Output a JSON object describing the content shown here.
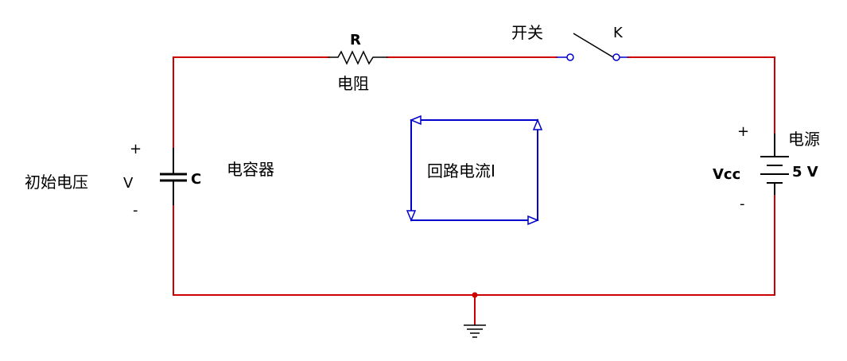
{
  "colors": {
    "wire": "#cc0000",
    "loop": "#0000cc",
    "component": "#000000",
    "background": "#ffffff"
  },
  "labels": {
    "resistor_symbol": "R",
    "resistor_name": "电阻",
    "switch_name": "开关",
    "switch_symbol": "K",
    "power_name": "电源",
    "power_plus": "+",
    "power_minus": "-",
    "power_symbol": "Vcc",
    "power_value": "5 V",
    "cap_plus": "+",
    "cap_minus": "-",
    "cap_initial_voltage": "初始电压",
    "cap_voltage_symbol": "V",
    "cap_symbol": "C",
    "cap_name": "电容器",
    "loop_current": "回路电流I"
  },
  "icons": [
    "resistor-icon",
    "switch-icon",
    "battery-icon",
    "capacitor-icon",
    "ground-icon",
    "junction-dot-icon",
    "arrow-icon"
  ]
}
